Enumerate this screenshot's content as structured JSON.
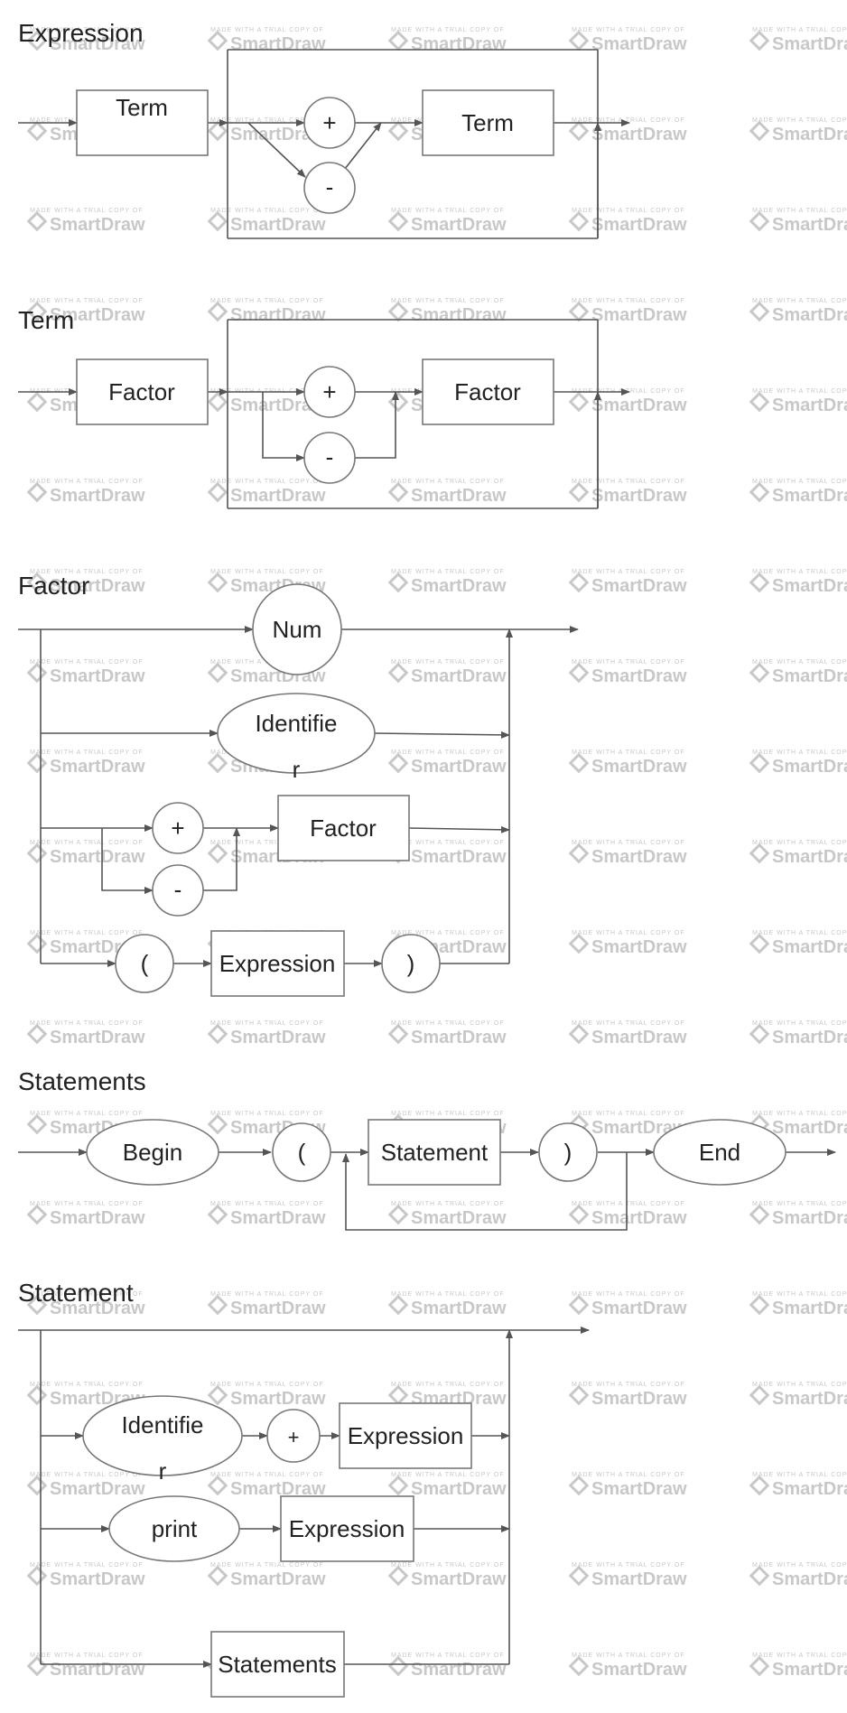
{
  "watermark": {
    "line1": "MADE WITH A TRIAL COPY OF",
    "line2": "SmartDraw"
  },
  "sections": {
    "expression": {
      "title": "Expression",
      "term_a": "Term",
      "plus": "+",
      "minus": "-",
      "term_b": "Term"
    },
    "term": {
      "title": "Term",
      "factor_a": "Factor",
      "plus": "+",
      "minus": "-",
      "factor_b": "Factor"
    },
    "factor": {
      "title": "Factor",
      "num": "Num",
      "identifier_1": "Identifie",
      "identifier_2": "r",
      "plus": "+",
      "minus": "-",
      "factor": "Factor",
      "lparen": "(",
      "expression": "Expression",
      "rparen": ")"
    },
    "statements": {
      "title": "Statements",
      "begin": "Begin",
      "lparen": "(",
      "statement": "Statement",
      "rparen": ")",
      "end": "End"
    },
    "statement": {
      "title": "Statement",
      "identifier_1": "Identifie",
      "identifier_2": "r",
      "plus": "+",
      "expression_a": "Expression",
      "print": "print",
      "expression_b": "Expression",
      "statements": "Statements"
    }
  }
}
